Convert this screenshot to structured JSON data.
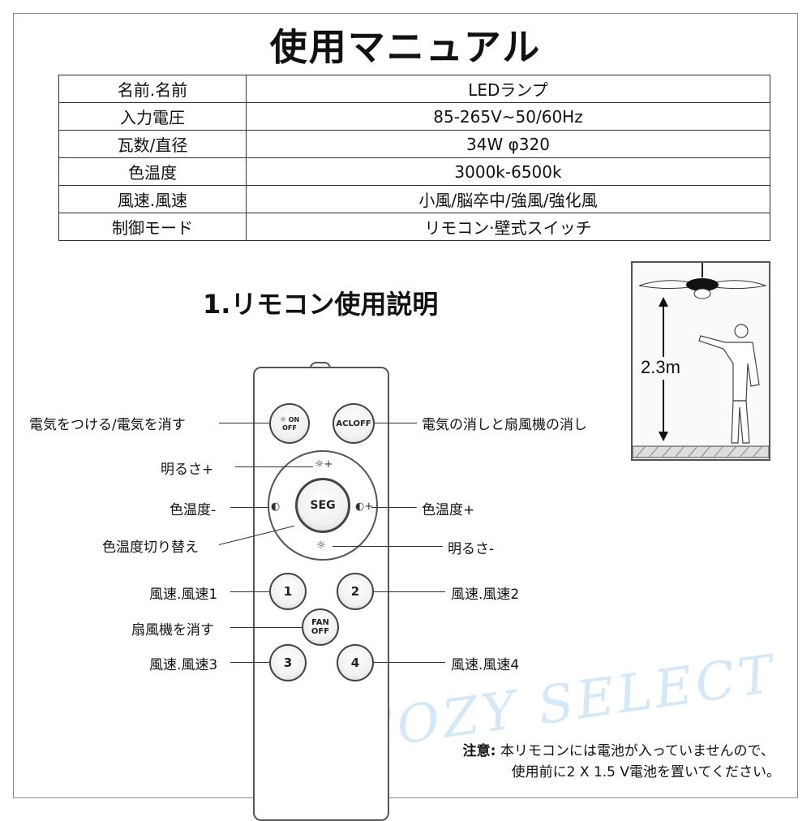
{
  "title": "使用マニュアル",
  "chart_data": {
    "type": "table",
    "rows": [
      {
        "key": "名前.名前",
        "value": "LEDランプ"
      },
      {
        "key": "入力電圧",
        "value": "85-265V~50/60Hz"
      },
      {
        "key": "瓦数/直径",
        "value": "34W  φ320"
      },
      {
        "key": "色温度",
        "value": "3000k-6500k"
      },
      {
        "key": "風速.風速",
        "value": "小風/脳卒中/強風/強化風"
      },
      {
        "key": "制御モード",
        "value": "リモコン·壁式スイッチ"
      }
    ]
  },
  "section_title": "1.リモコン使用説明",
  "remote": {
    "on_off": {
      "top": "ON",
      "bottom": "OFF"
    },
    "acloff": "ACLOFF",
    "seg": "SEG",
    "fan_off": {
      "top": "FAN",
      "bottom": "OFF"
    },
    "speed1": "1",
    "speed2": "2",
    "speed3": "3",
    "speed4": "4"
  },
  "labels": {
    "power": "電気をつける/電気を消す",
    "acloff": "電気の消しと扇風機の消し",
    "bright_up": "明るさ+",
    "temp_down": "色温度-",
    "temp_up": "色温度+",
    "temp_switch": "色温度切り替え",
    "bright_down": "明るさ-",
    "speed1": "風速.風速1",
    "speed2": "風速.風速2",
    "fan_off": "扇風機を消す",
    "speed3": "風速.風速3",
    "speed4": "風速.風速4"
  },
  "install": {
    "height": "2.3m"
  },
  "note": {
    "prefix": "注意:",
    "line1": "本リモコンには電池が入っていませんので、",
    "line2": "使用前に2 X 1.5 V電池を置いてください。"
  },
  "watermark": "COZY SELECT"
}
